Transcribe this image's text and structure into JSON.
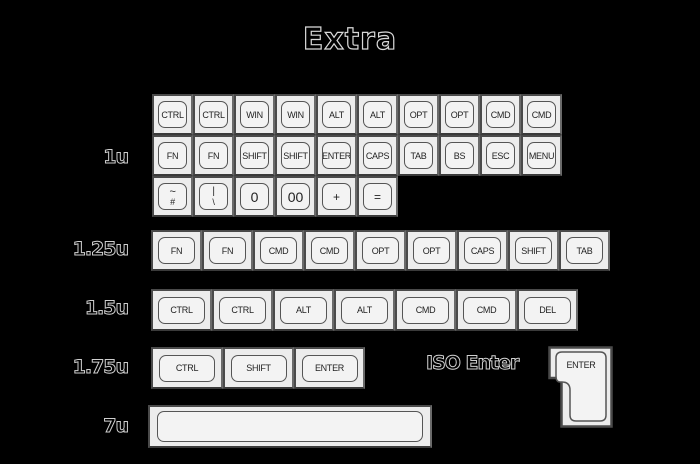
{
  "title": "Extra",
  "rows": {
    "u1": {
      "label": "1u",
      "line1": [
        "CTRL",
        "CTRL",
        "WIN",
        "WIN",
        "ALT",
        "ALT",
        "OPT",
        "OPT",
        "CMD",
        "CMD"
      ],
      "line2": [
        "FN",
        "FN",
        "SHIFT",
        "SHIFT",
        "ENTER",
        "CAPS",
        "TAB",
        "BS",
        "ESC",
        "MENU"
      ],
      "line3": [
        {
          "top": "~",
          "bottom": "#"
        },
        {
          "top": "|",
          "bottom": "\\"
        },
        {
          "top": "0",
          "bottom": ""
        },
        {
          "top": "00",
          "bottom": ""
        },
        {
          "top": "+",
          "bottom": ""
        },
        {
          "top": "=",
          "bottom": ""
        }
      ]
    },
    "u125": {
      "label": "1.25u",
      "keys": [
        "FN",
        "FN",
        "CMD",
        "CMD",
        "OPT",
        "OPT",
        "CAPS",
        "SHIFT",
        "TAB"
      ]
    },
    "u15": {
      "label": "1.5u",
      "keys": [
        "CTRL",
        "CTRL",
        "ALT",
        "ALT",
        "CMD",
        "CMD",
        "DEL"
      ]
    },
    "u175": {
      "label": "1.75u",
      "keys": [
        "CTRL",
        "SHIFT",
        "ENTER"
      ]
    },
    "u7": {
      "label": "7u",
      "keys": [
        ""
      ]
    }
  },
  "iso_enter": {
    "label": "ISO Enter",
    "key": "ENTER"
  },
  "colors": {
    "background": "#000000",
    "key_fill": "#ececec",
    "key_border": "#4a4a4a",
    "legend": "#222222"
  }
}
